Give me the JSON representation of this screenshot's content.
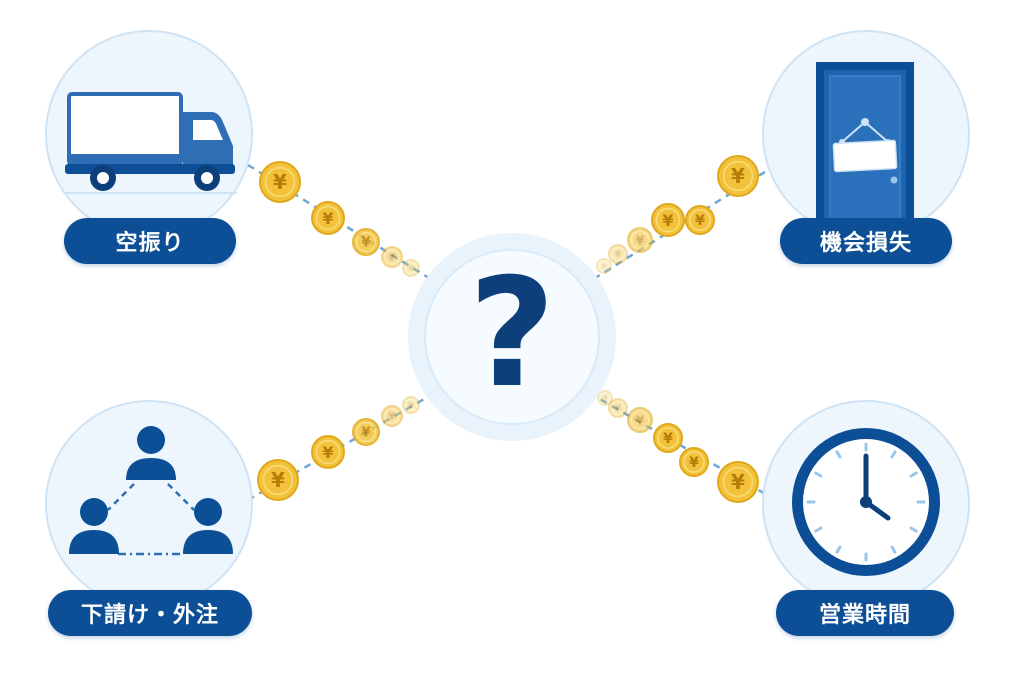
{
  "center": {
    "symbol": "?"
  },
  "nodes": [
    {
      "id": "truck",
      "label": "空振り",
      "icon": "truck-icon"
    },
    {
      "id": "door",
      "label": "機会損失",
      "icon": "closed-door-icon"
    },
    {
      "id": "network",
      "label": "下請け・外注",
      "icon": "people-network-icon"
    },
    {
      "id": "clock",
      "label": "営業時間",
      "icon": "clock-icon"
    }
  ],
  "coin_symbol": "¥",
  "colors": {
    "primary": "#0d4f96",
    "accent_blue": "#2f6db5",
    "coin_gold": "#f3c23a",
    "circle_bg": "#eef6fd",
    "connector": "#6aa6d8"
  }
}
